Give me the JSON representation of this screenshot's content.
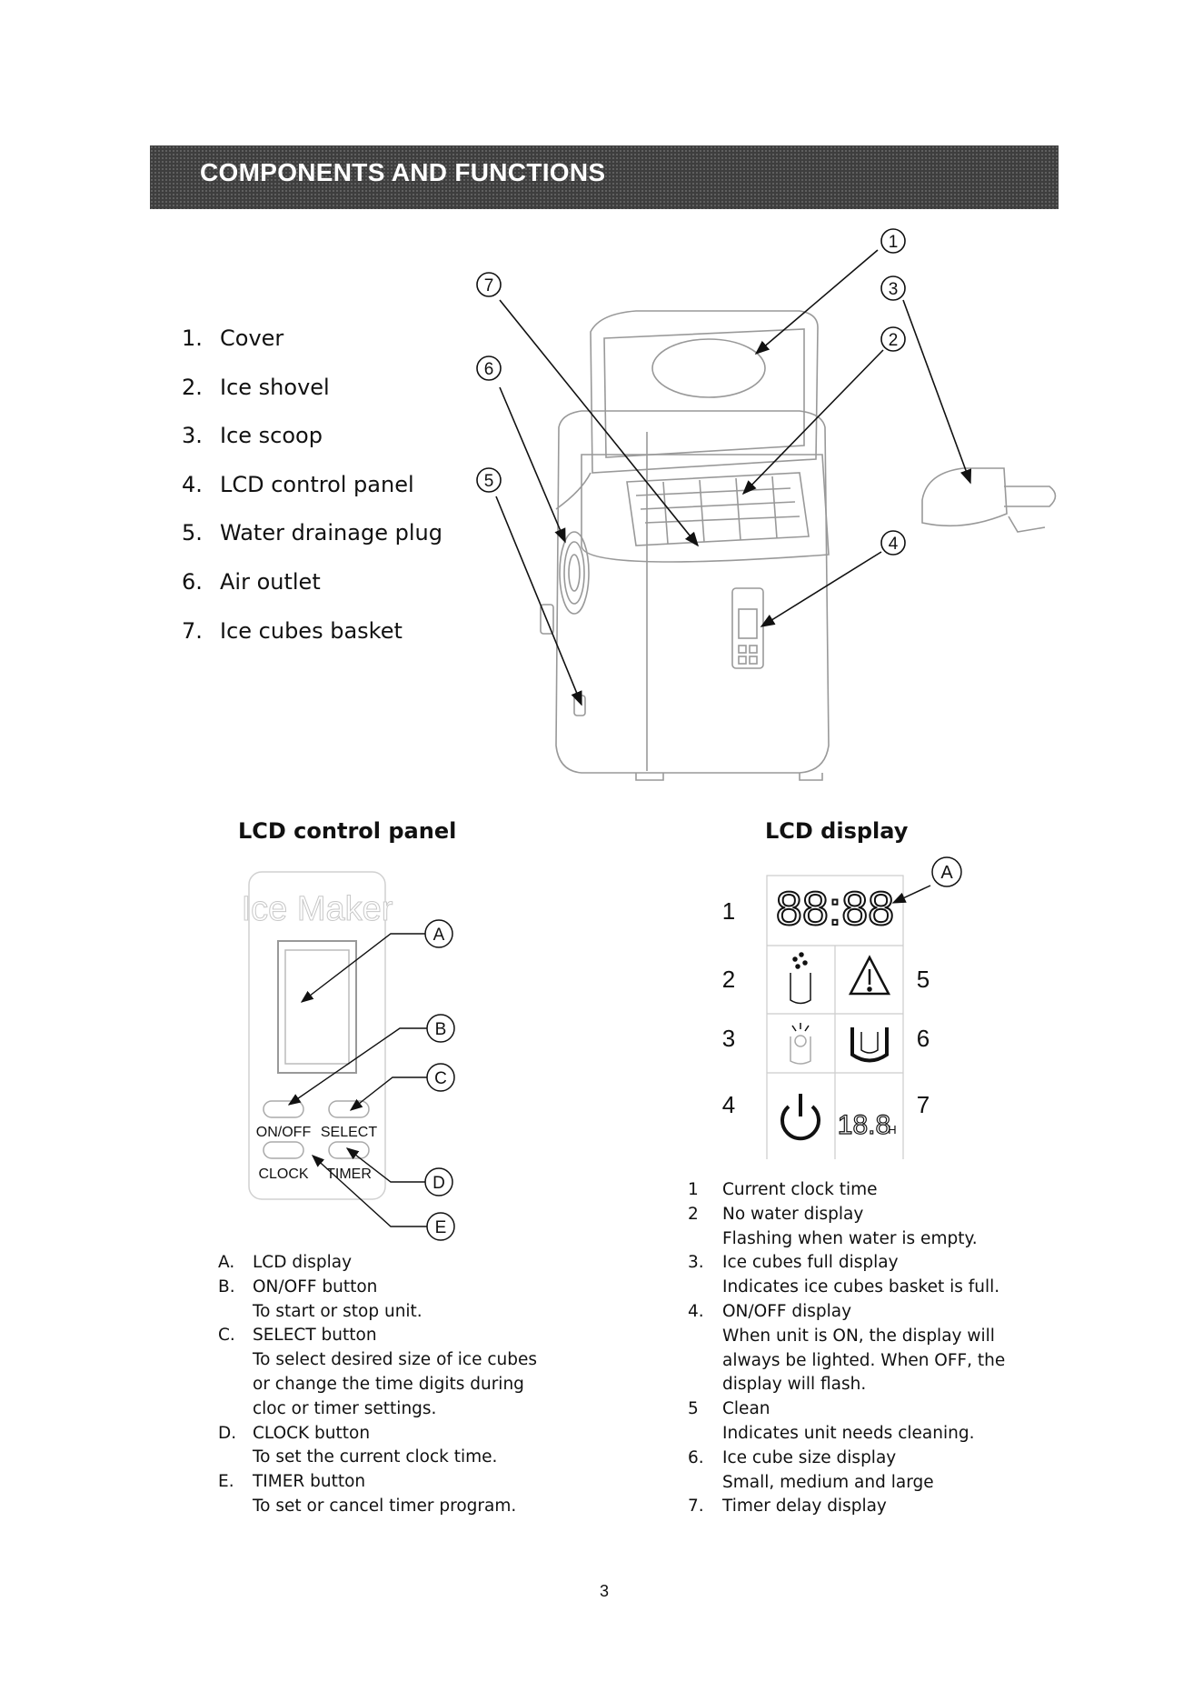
{
  "header": {
    "title": "COMPONENTS AND FUNCTIONS"
  },
  "components": [
    {
      "num": "1.",
      "label": "Cover"
    },
    {
      "num": "2.",
      "label": "Ice shovel"
    },
    {
      "num": "3.",
      "label": "Ice scoop"
    },
    {
      "num": "4.",
      "label": "LCD control panel"
    },
    {
      "num": "5.",
      "label": "Water drainage plug"
    },
    {
      "num": "6.",
      "label": "Air outlet"
    },
    {
      "num": "7.",
      "label": "Ice cubes basket"
    }
  ],
  "callouts": [
    "1",
    "2",
    "3",
    "4",
    "5",
    "6",
    "7"
  ],
  "lcd_panel": {
    "title": "LCD control panel",
    "brand": "Ice Maker",
    "buttons": {
      "onoff": "ON/OFF",
      "select": "SELECT",
      "clock": "CLOCK",
      "timer": "TIMER"
    },
    "callouts": [
      "A",
      "B",
      "C",
      "D",
      "E"
    ],
    "items": [
      {
        "mark": "A.",
        "label": "LCD display",
        "desc": ""
      },
      {
        "mark": "B.",
        "label": "ON/OFF button",
        "desc": "To start or stop unit."
      },
      {
        "mark": "C.",
        "label": "SELECT button",
        "desc": "To select desired size of ice cubes or change the time digits during cloc or timer settings."
      },
      {
        "mark": "D.",
        "label": "CLOCK button",
        "desc": "To set the current clock time."
      },
      {
        "mark": "E.",
        "label": "TIMER button",
        "desc": "To set or cancel timer program."
      }
    ]
  },
  "lcd_display": {
    "title": "LCD display",
    "callout": "A",
    "clock_digits": "88:88",
    "timer_digits": "18.8",
    "timer_unit": "H",
    "row_numbers": [
      "1",
      "2",
      "3",
      "4",
      "5",
      "6",
      "7"
    ],
    "items": [
      {
        "mark": "1",
        "label": "Current clock time",
        "desc": ""
      },
      {
        "mark": "2",
        "label": "No water display",
        "desc": "Flashing when water is empty."
      },
      {
        "mark": "3.",
        "label": "Ice cubes full display",
        "desc": "Indicates ice cubes basket is full."
      },
      {
        "mark": "4.",
        "label": "ON/OFF display",
        "desc": "When unit is ON, the display will always be lighted. When OFF, the display will flash."
      },
      {
        "mark": "5",
        "label": "Clean",
        "desc": "Indicates unit needs cleaning."
      },
      {
        "mark": "6.",
        "label": "Ice cube size display",
        "desc": "Small, medium and large"
      },
      {
        "mark": "7.",
        "label": "Timer delay display",
        "desc": ""
      }
    ]
  },
  "page_number": "3"
}
